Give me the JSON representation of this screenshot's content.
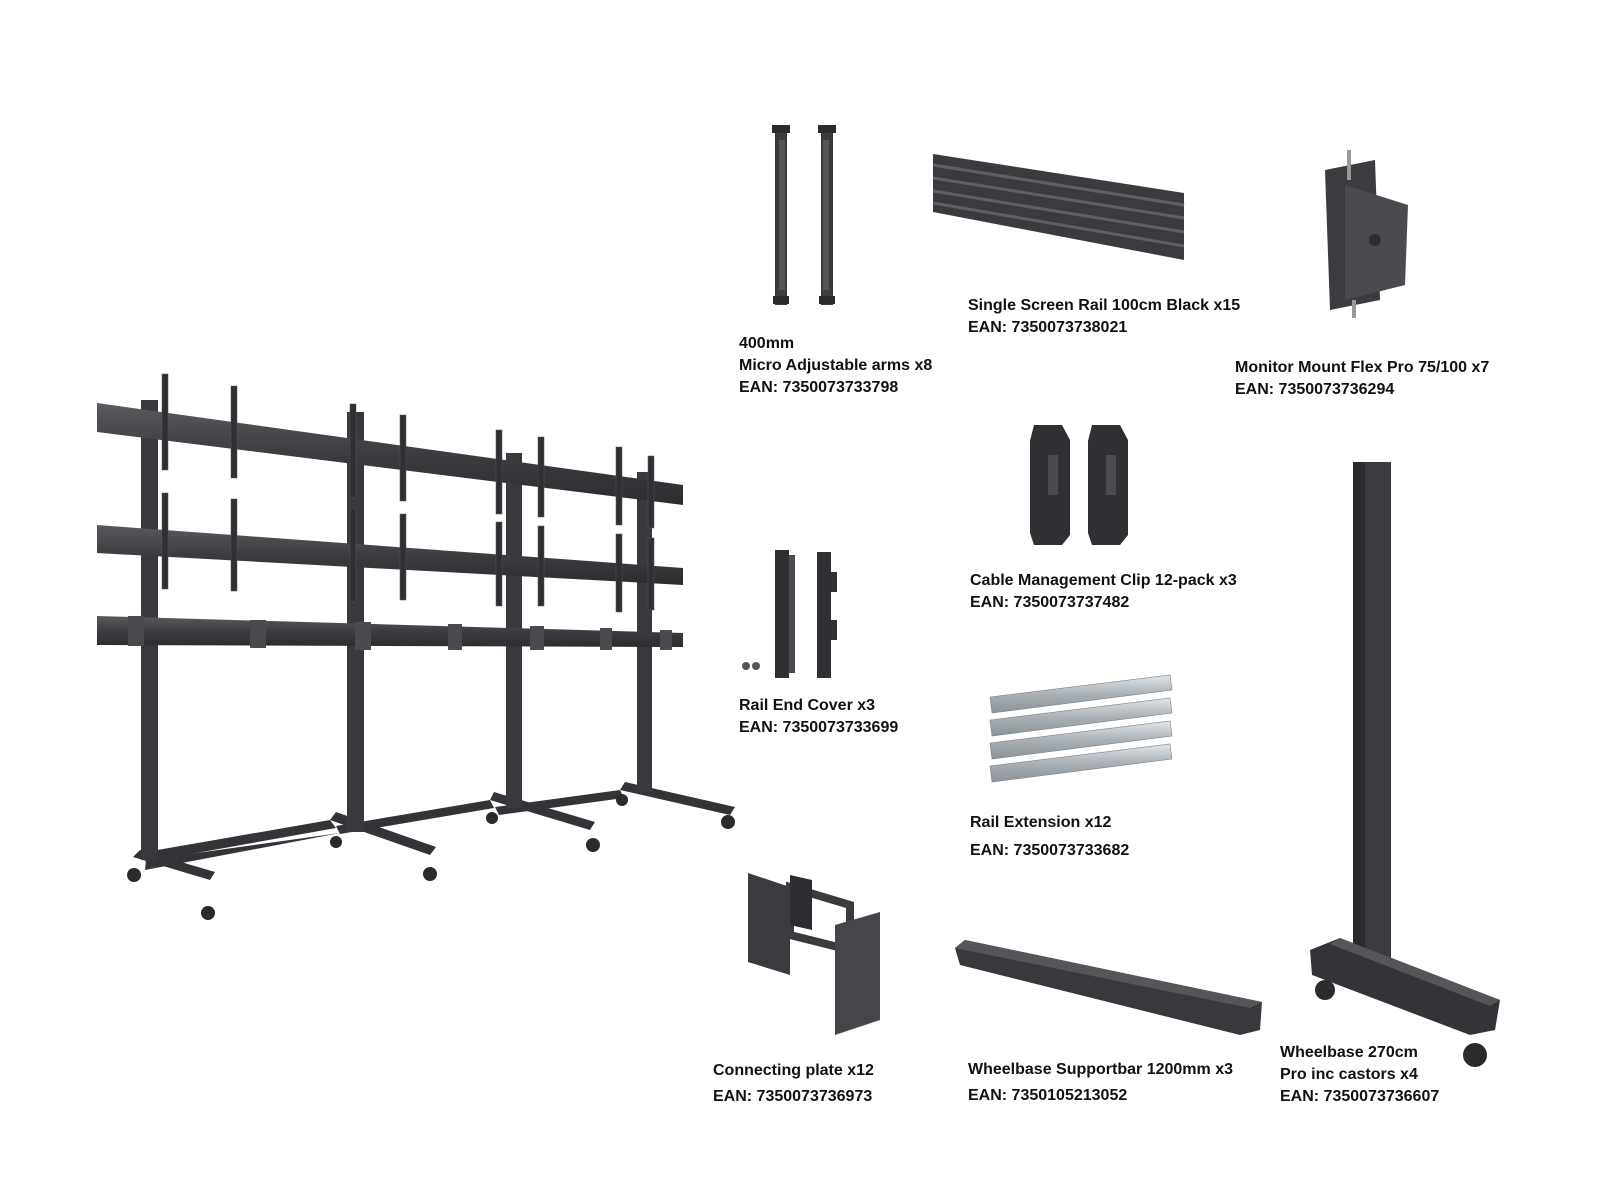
{
  "colors": {
    "metal_dark": "#3a3b3d",
    "metal_mid": "#4a4b4e",
    "metal_light": "#6b6c70",
    "rail_ext": "#b9bfc4",
    "background": "#ffffff"
  },
  "parts": [
    {
      "id": "micro-arms",
      "lines": [
        "400mm",
        "Micro Adjustable arms x8"
      ],
      "ean": "EAN: 7350073733798"
    },
    {
      "id": "screen-rail",
      "lines": [
        "Single Screen Rail 100cm Black x15"
      ],
      "ean": "EAN: 7350073738021"
    },
    {
      "id": "monitor-mount",
      "lines": [
        "Monitor Mount Flex Pro 75/100 x7"
      ],
      "ean": "EAN: 7350073736294"
    },
    {
      "id": "cable-clip",
      "lines": [
        "Cable Management Clip 12-pack x3"
      ],
      "ean": "EAN: 7350073737482"
    },
    {
      "id": "rail-end-cover",
      "lines": [
        "Rail End Cover x3"
      ],
      "ean": "EAN: 7350073733699"
    },
    {
      "id": "rail-extension",
      "lines": [
        "Rail Extension x12"
      ],
      "ean": "EAN: 7350073733682"
    },
    {
      "id": "connecting-plate",
      "lines": [
        "Connecting plate x12"
      ],
      "ean": "EAN: 7350073736973"
    },
    {
      "id": "supportbar",
      "lines": [
        "Wheelbase Supportbar 1200mm x3"
      ],
      "ean": "EAN: 7350105213052"
    },
    {
      "id": "wheelbase",
      "lines": [
        "Wheelbase 270cm",
        "Pro inc castors x4"
      ],
      "ean": "EAN: 7350073736607"
    }
  ]
}
